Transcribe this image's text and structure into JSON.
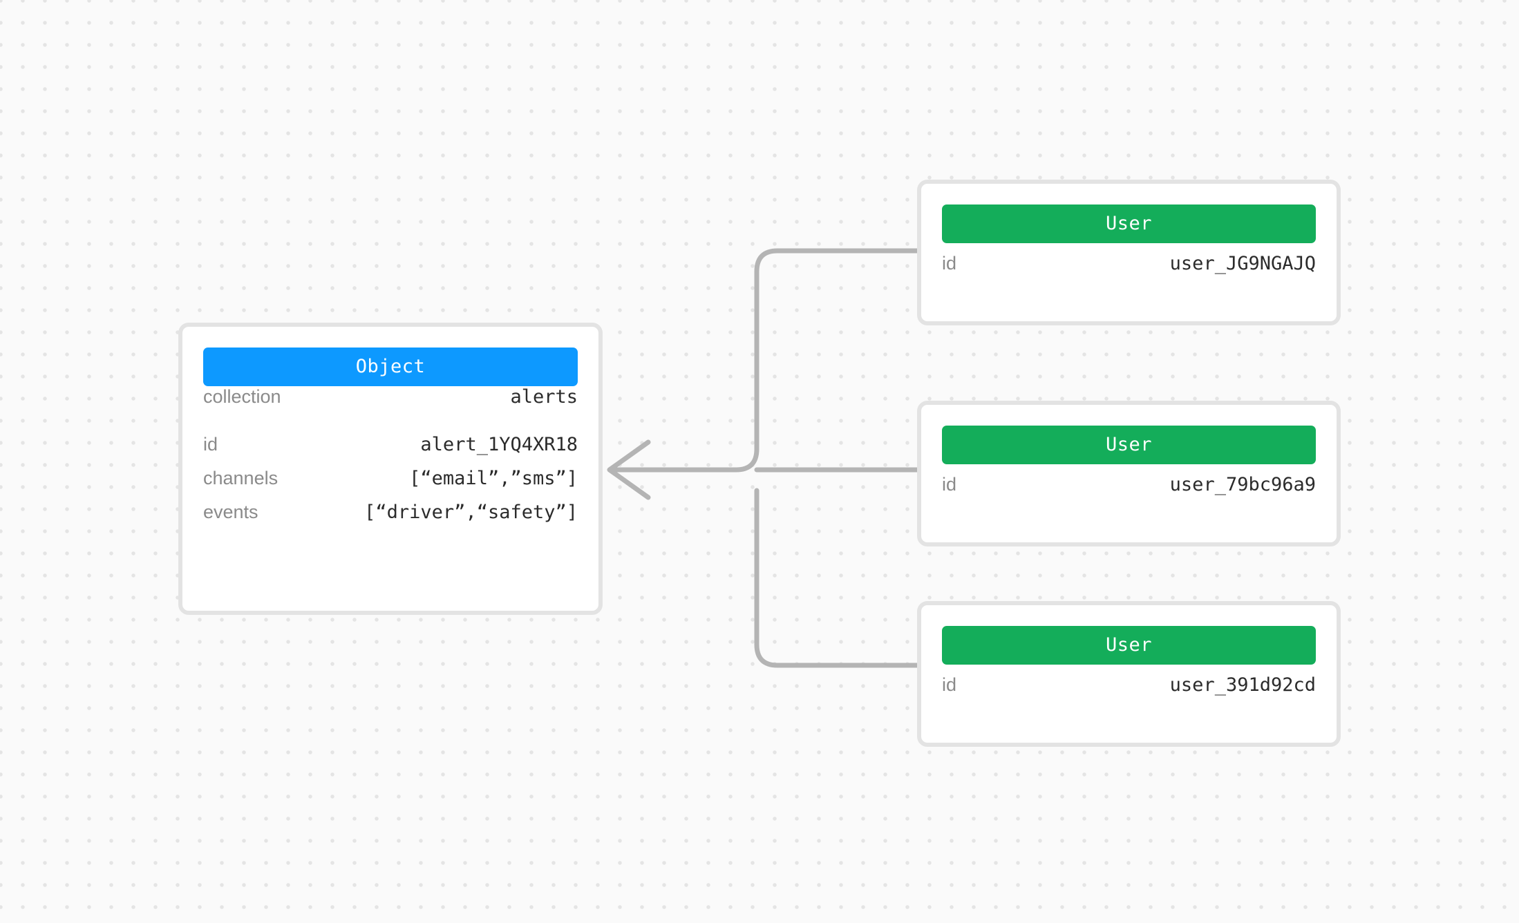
{
  "canvas": {
    "background_color": "#fafafa",
    "grid_dot_color": "#e4e4e4",
    "connector_color": "#b4b4b4"
  },
  "object_card": {
    "header_label": "Object",
    "header_color": "#0d99ff",
    "fields": [
      {
        "key": "collection",
        "value": "alerts"
      },
      {
        "key": "id",
        "value": "alert_1YQ4XR18"
      },
      {
        "key": "channels",
        "value": "[“email”,”sms”]"
      },
      {
        "key": "events",
        "value": "[“driver”,“safety”]"
      }
    ]
  },
  "user_cards": [
    {
      "header_label": "User",
      "header_color": "#14ad5a",
      "fields": [
        {
          "key": "id",
          "value": "user_JG9NGAJQ"
        }
      ]
    },
    {
      "header_label": "User",
      "header_color": "#14ad5a",
      "fields": [
        {
          "key": "id",
          "value": "user_79bc96a9"
        }
      ]
    },
    {
      "header_label": "User",
      "header_color": "#14ad5a",
      "fields": [
        {
          "key": "id",
          "value": "user_391d92cd"
        }
      ]
    }
  ]
}
